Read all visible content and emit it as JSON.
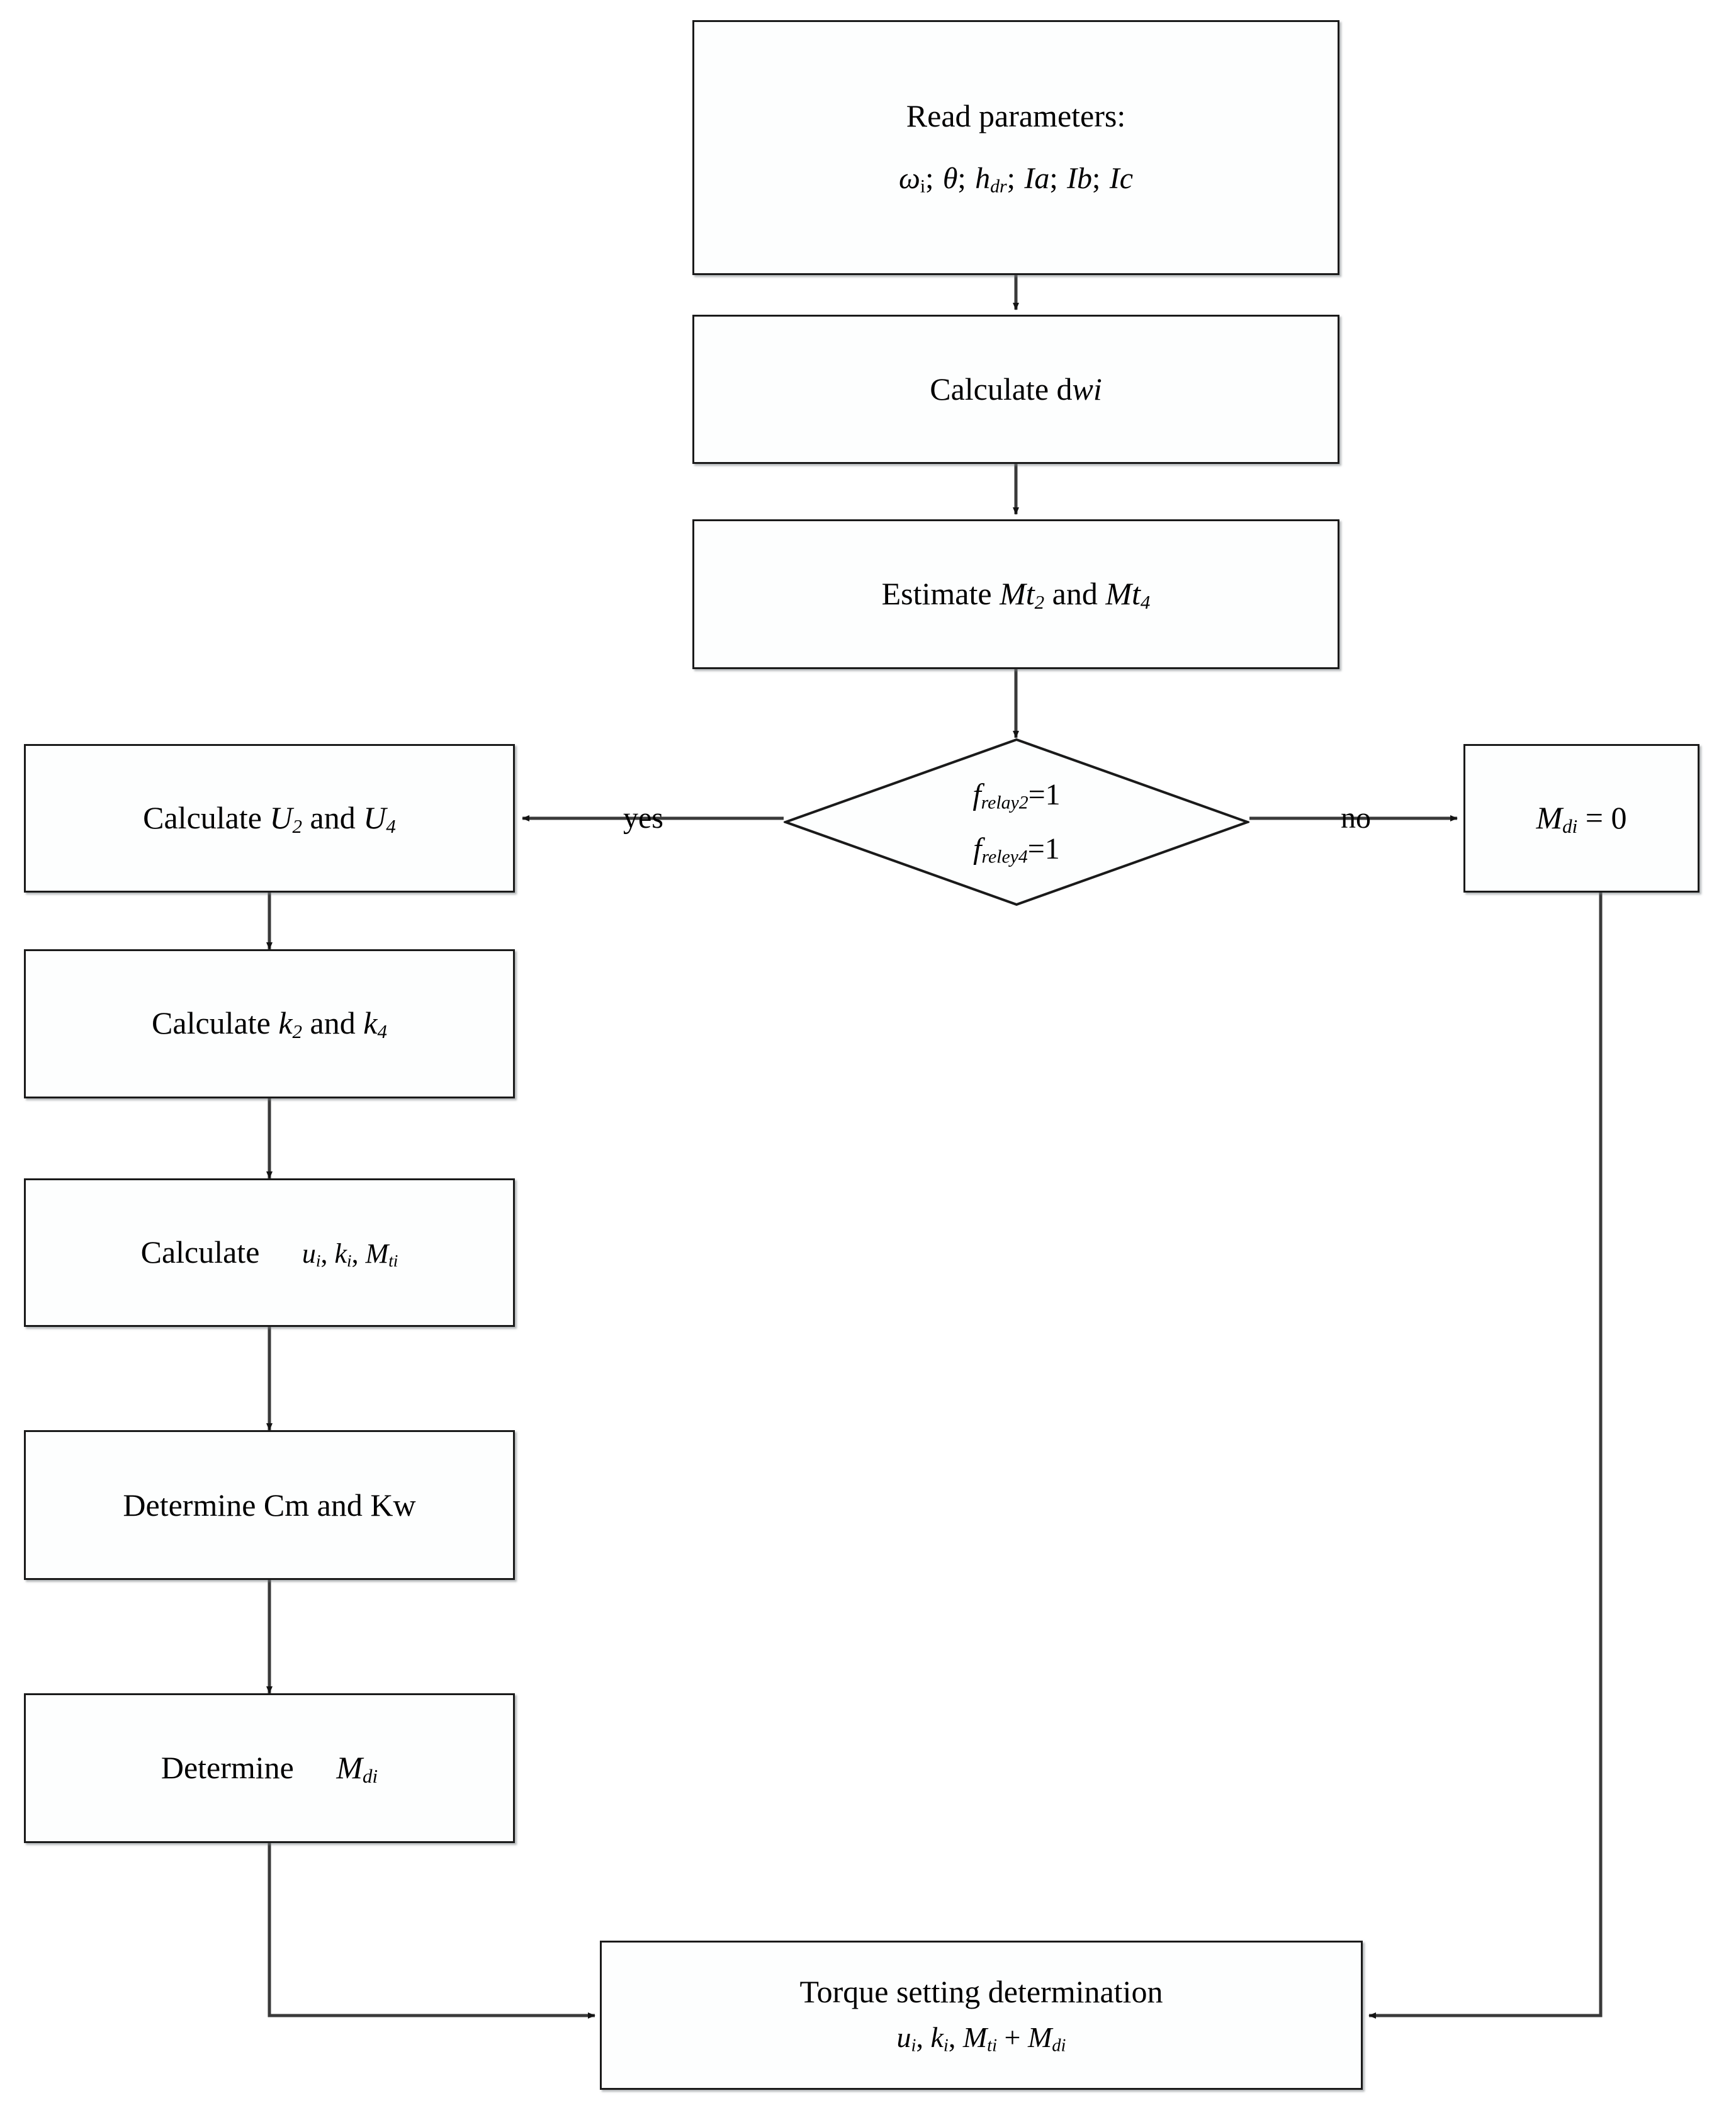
{
  "diagram": {
    "type": "flowchart",
    "title": "Torque setting determination flowchart",
    "background_color": "#ffffff",
    "node_fill": "#fdfefe",
    "node_border": "#1a1a1a",
    "edge_color": "#3a3a3a"
  },
  "nodes": {
    "read_parameters": {
      "shape": "process",
      "line1": "Read parameters:",
      "line2_parts": {
        "omega": "ω",
        "omega_sub": "i",
        "theta": "θ",
        "h": "h",
        "h_sub": "dr",
        "ia": "Ia",
        "ib": "Ib",
        "ic": "Ic",
        "separator": ";"
      },
      "line2_plain": "ωi; θ; hdr; Ia; Ib; Ic"
    },
    "calculate_dwi": {
      "shape": "process",
      "prefix": "Calculate d",
      "variable": "wi",
      "plain": "Calculate dwi"
    },
    "estimate_mt": {
      "shape": "process",
      "prefix": "Estimate ",
      "var1": "Mt",
      "var1_sub": "2",
      "conjunction": " and ",
      "var2": "Mt",
      "var2_sub": "4",
      "plain": "Estimate Mt2 and Mt4"
    },
    "decision_relay": {
      "shape": "decision",
      "line1_var": "f",
      "line1_sub": "relay2",
      "line1_rhs": "=1",
      "line2_var": "f",
      "line2_sub": "reley4",
      "line2_rhs": "=1",
      "plain": "frelay2=1  freley4=1"
    },
    "md_zero": {
      "shape": "process",
      "variable": "M",
      "variable_sub": "di",
      "rhs": " = 0",
      "plain": "Mdi = 0"
    },
    "calculate_u": {
      "shape": "process",
      "prefix": "Calculate ",
      "var1": "U",
      "var1_sub": "2",
      "conjunction": " and ",
      "var2": "U",
      "var2_sub": "4",
      "plain": "Calculate U2 and U4"
    },
    "calculate_k": {
      "shape": "process",
      "prefix": "Calculate ",
      "var1": "k",
      "var1_sub": "2",
      "conjunction": " and ",
      "var2": "k",
      "var2_sub": "4",
      "plain": "Calculate k2 and k4"
    },
    "calculate_uikimti": {
      "shape": "process",
      "prefix": "Calculate",
      "var1": "u",
      "var1_sub": "i",
      "var2": "k",
      "var2_sub": "i",
      "var3": "M",
      "var3_sub": "ti",
      "separator": ",",
      "plain": "Calculate  ui, ki, Mti"
    },
    "determine_cm_kw": {
      "shape": "process",
      "text": "Determine Cm and Kw"
    },
    "determine_mdi": {
      "shape": "process",
      "prefix": "Determine",
      "variable": "M",
      "variable_sub": "di",
      "plain": "Determine  Mdi"
    },
    "torque_setting": {
      "shape": "process",
      "line1": "Torque setting determination",
      "line2": {
        "var1": "u",
        "var1_sub": "i",
        "var2": "k",
        "var2_sub": "i",
        "var3": "M",
        "var3_sub": "ti",
        "plus": "+",
        "var4": "M",
        "var4_sub": "di",
        "separator": ","
      },
      "line2_plain": "ui, ki, Mti + Mdi"
    }
  },
  "edge_labels": {
    "yes": "yes",
    "no": "no"
  }
}
